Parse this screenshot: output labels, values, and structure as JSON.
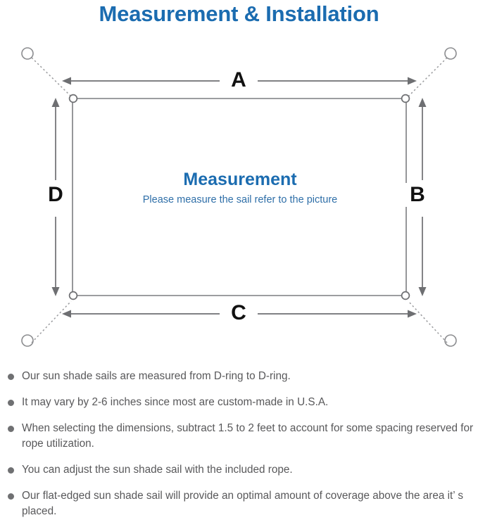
{
  "page": {
    "title": "Measurement & Installation",
    "background_color": "#ffffff",
    "accent_blue": "#1b6cb0",
    "line_gray": "#77787b",
    "text_gray": "#58585a"
  },
  "diagram": {
    "center_title": "Measurement",
    "center_subtitle": "Please measure the sail refer to the picture",
    "dimensions": {
      "top": "A",
      "right": "B",
      "bottom": "C",
      "left": "D"
    },
    "anchor_count": 4,
    "dring_count": 4,
    "shape": "rectangle-sun-shade-sail"
  },
  "notes": [
    "Our sun shade sails are measured from D-ring to D-ring.",
    "It may vary by 2-6 inches since most are custom-made in U.S.A.",
    "When selecting the dimensions, subtract 1.5 to 2 feet to account for some spacing reserved for rope utilization.",
    "You can adjust the sun shade sail with the included rope.",
    "Our flat-edged sun shade sail will provide an optimal amount of coverage above the area it’ s placed."
  ]
}
